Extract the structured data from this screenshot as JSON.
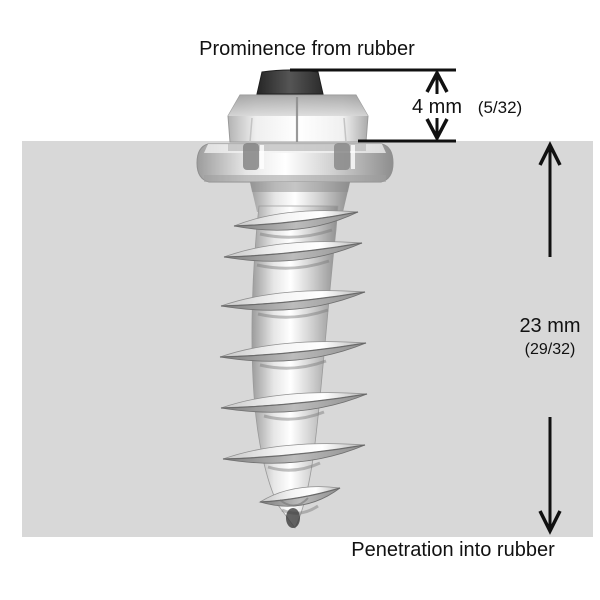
{
  "diagram": {
    "top_label": "Prominence from rubber",
    "bottom_label": "Penetration into rubber",
    "prominence_dimension": {
      "value": "4 mm",
      "fraction": "(5/32)"
    },
    "penetration_dimension": {
      "value": "23 mm",
      "fraction": "(29/32)"
    },
    "colors": {
      "rubber_band": "#d8d8d8",
      "line": "#111111",
      "stud_metal_highlight": "#ffffff",
      "stud_metal_shadow": "#8e8e8e",
      "carbide_pin": "#3a3a3a",
      "background": "#ffffff"
    }
  }
}
